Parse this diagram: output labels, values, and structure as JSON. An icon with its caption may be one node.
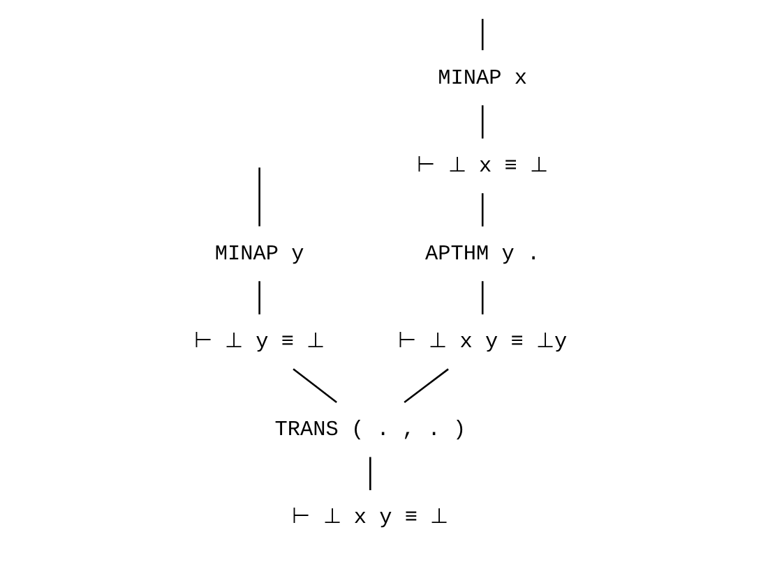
{
  "diagram": {
    "nodes": [
      {
        "text": [
          "MINAP x"
        ]
      },
      {
        "text": [
          "⊢ ⊥ x ≡ ⊥"
        ]
      },
      {
        "text": [
          "APTHM y ."
        ]
      },
      {
        "text": [
          "⊢ ⊥ x y ≡ ⊥y"
        ]
      },
      {
        "text": [
          "MINAP y"
        ]
      },
      {
        "text": [
          "⊢ ⊥ y ≡ ⊥"
        ]
      },
      {
        "text": [
          "TRANS ( . , . )"
        ]
      },
      {
        "text": [
          "⊢ ⊥ x y ≡ ⊥"
        ]
      }
    ],
    "edges": [
      {
        "from": null,
        "to": 0,
        "arrow": "none"
      },
      {
        "from": 0,
        "to": 1,
        "arrow": "none"
      },
      {
        "from": 1,
        "to": 2,
        "arrow": "none"
      },
      {
        "from": 2,
        "to": 3,
        "arrow": "none"
      },
      {
        "from": null,
        "to": 4,
        "arrow": "none"
      },
      {
        "from": 4,
        "to": 5,
        "arrow": "none"
      },
      {
        "from": 3,
        "to": 6,
        "arrow": "none"
      },
      {
        "from": 5,
        "to": 6,
        "arrow": "none"
      },
      {
        "from": 6,
        "to": 7,
        "arrow": "none"
      }
    ]
  }
}
